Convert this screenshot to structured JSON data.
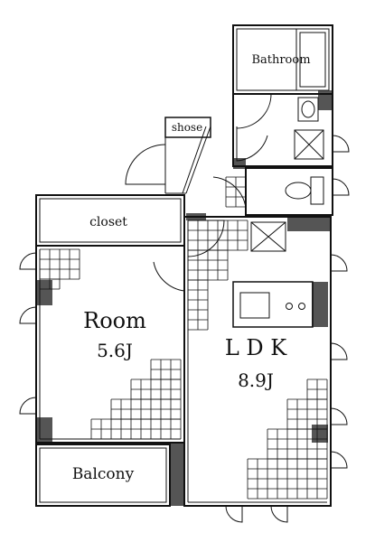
{
  "rooms": {
    "bathroom": "Bathroom",
    "shose": "shose",
    "closet": "closet",
    "room": "Room",
    "room_size": "5.6J",
    "ldk": "L D K",
    "ldk_size": "8.9J",
    "balcony": "Balcony"
  },
  "colors": {
    "wall": "#555555",
    "line": "#111111",
    "background": "#ffffff"
  }
}
